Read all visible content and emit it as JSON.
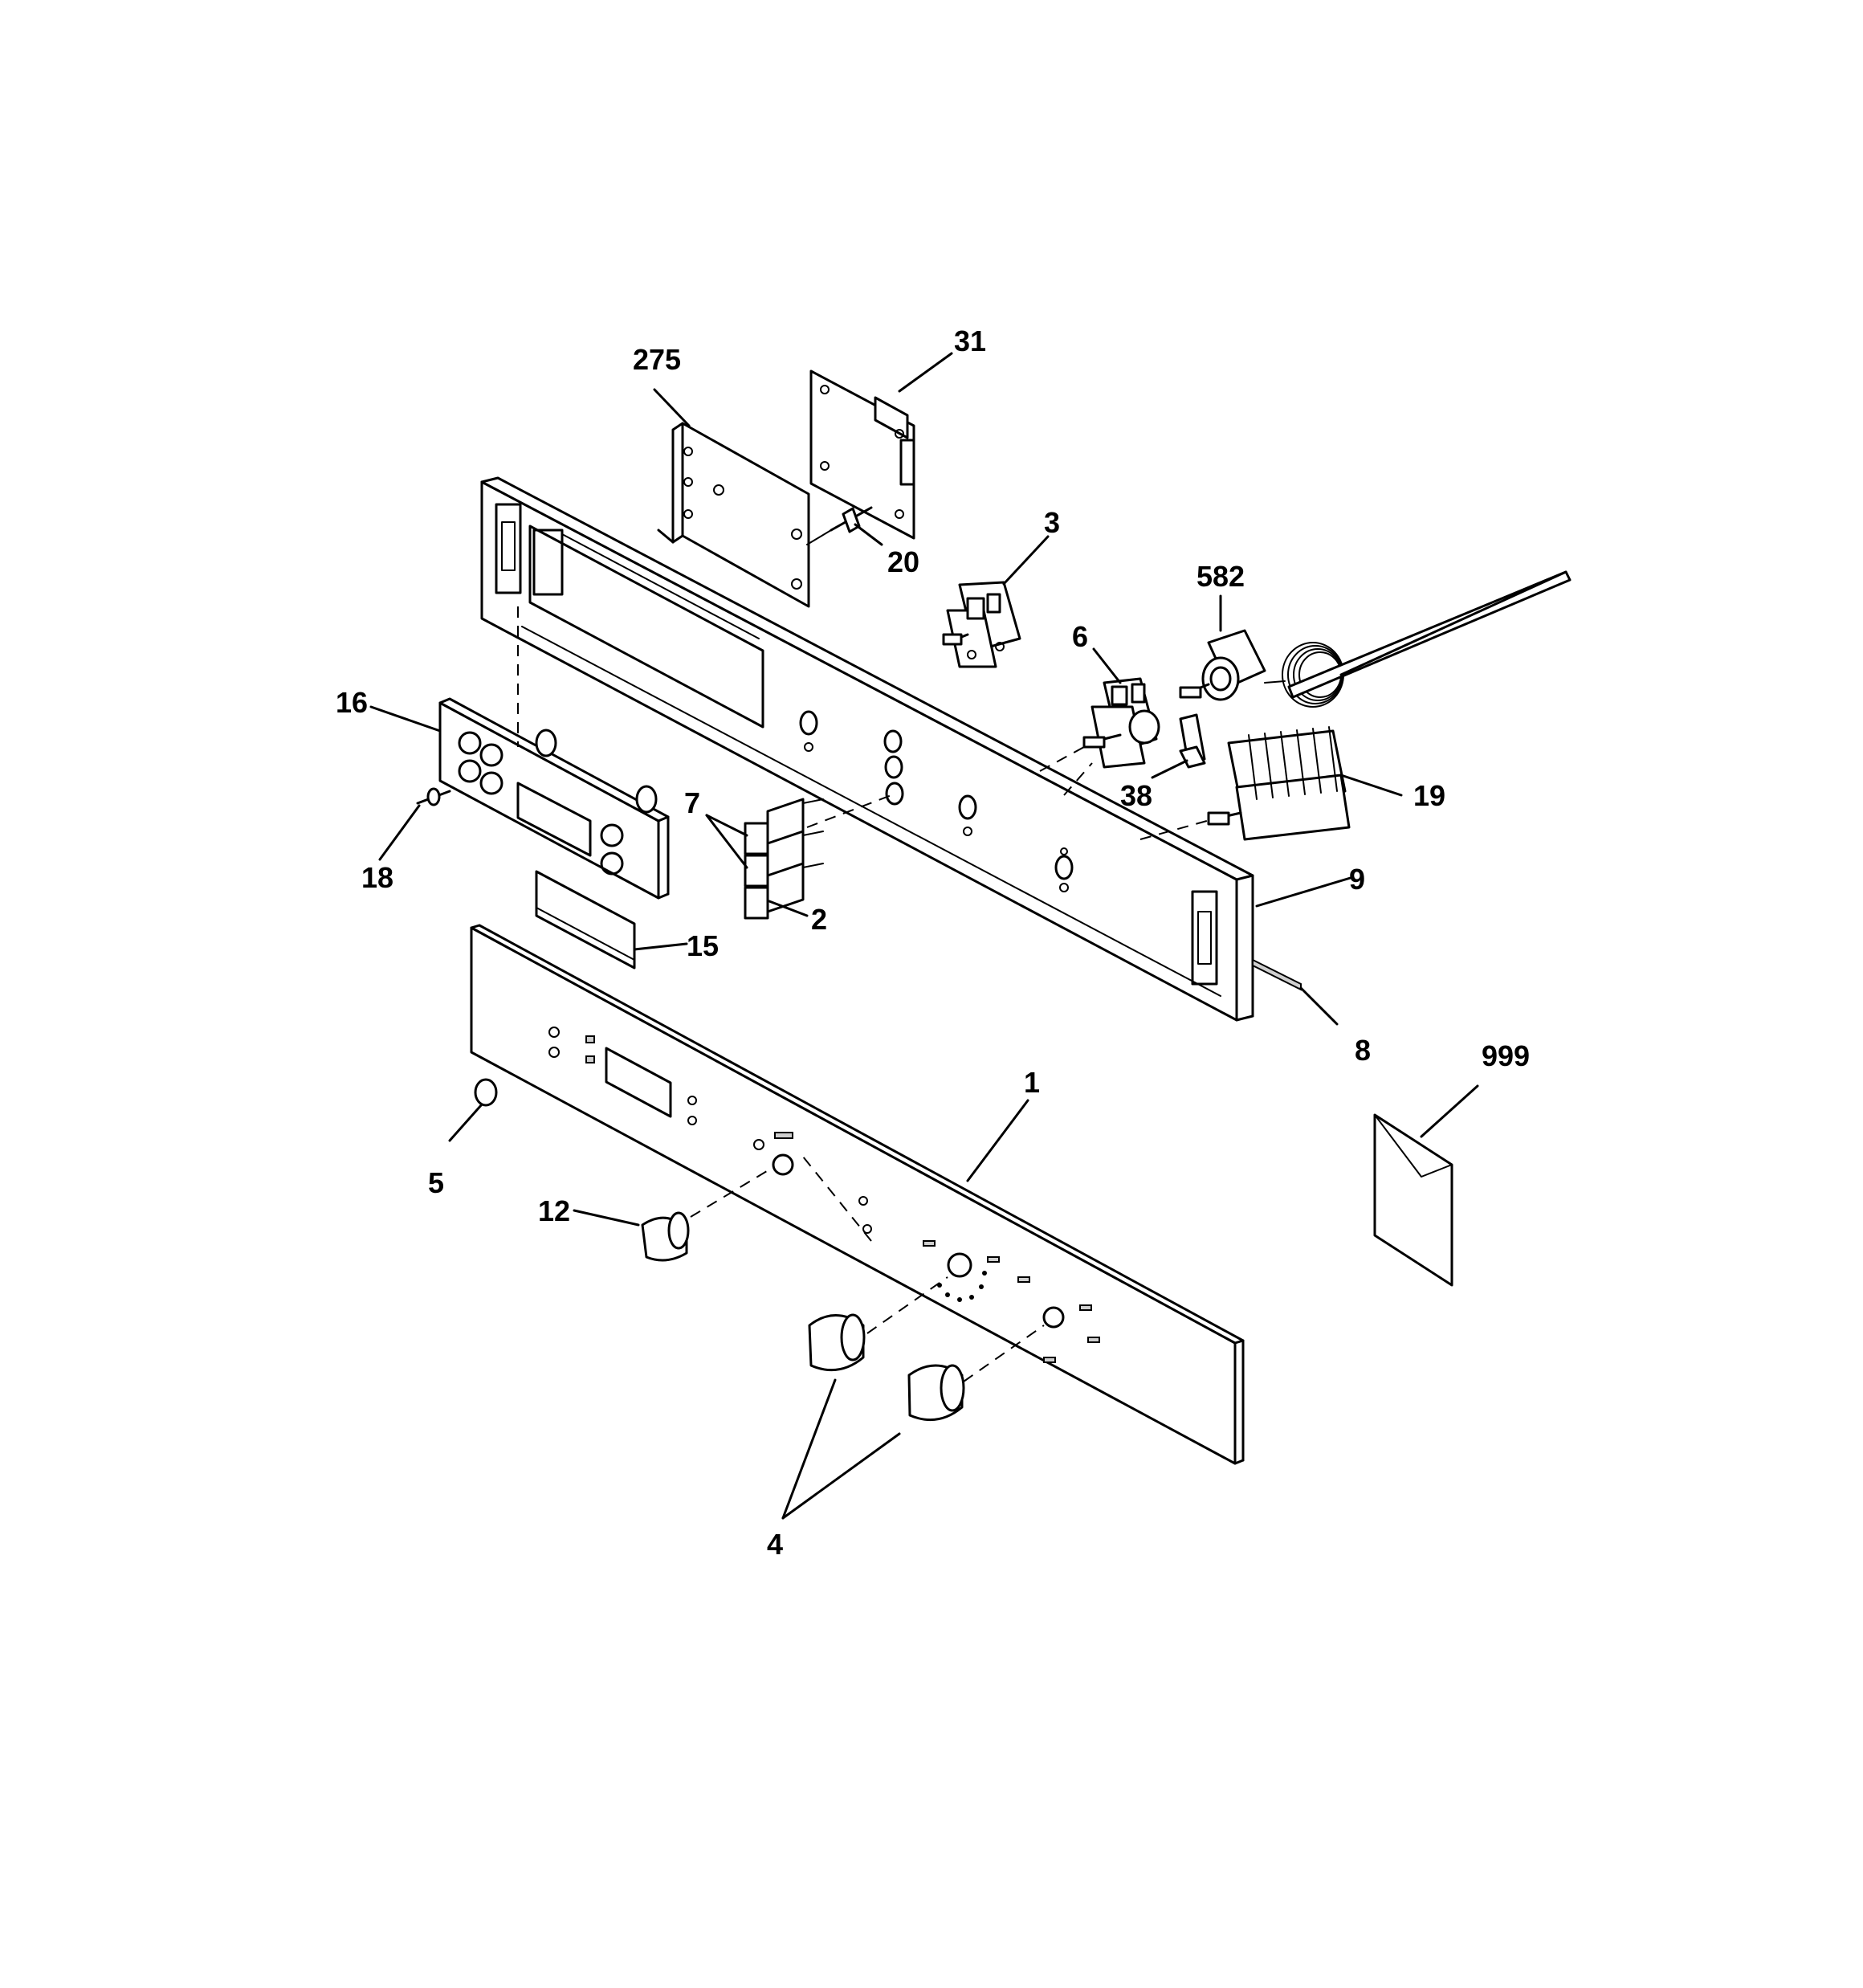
{
  "callouts": [
    {
      "id": "c275",
      "text": "275"
    },
    {
      "id": "c31",
      "text": "31"
    },
    {
      "id": "c20",
      "text": "20"
    },
    {
      "id": "c3",
      "text": "3"
    },
    {
      "id": "c582",
      "text": "582"
    },
    {
      "id": "c6",
      "text": "6"
    },
    {
      "id": "c16",
      "text": "16"
    },
    {
      "id": "c38",
      "text": "38"
    },
    {
      "id": "c19",
      "text": "19"
    },
    {
      "id": "c7",
      "text": "7"
    },
    {
      "id": "c18",
      "text": "18"
    },
    {
      "id": "c2",
      "text": "2"
    },
    {
      "id": "c9",
      "text": "9"
    },
    {
      "id": "c15",
      "text": "15"
    },
    {
      "id": "c8",
      "text": "8"
    },
    {
      "id": "c999",
      "text": "999"
    },
    {
      "id": "c1",
      "text": "1"
    },
    {
      "id": "c5",
      "text": "5"
    },
    {
      "id": "c12",
      "text": "12"
    },
    {
      "id": "c4",
      "text": "4"
    }
  ]
}
